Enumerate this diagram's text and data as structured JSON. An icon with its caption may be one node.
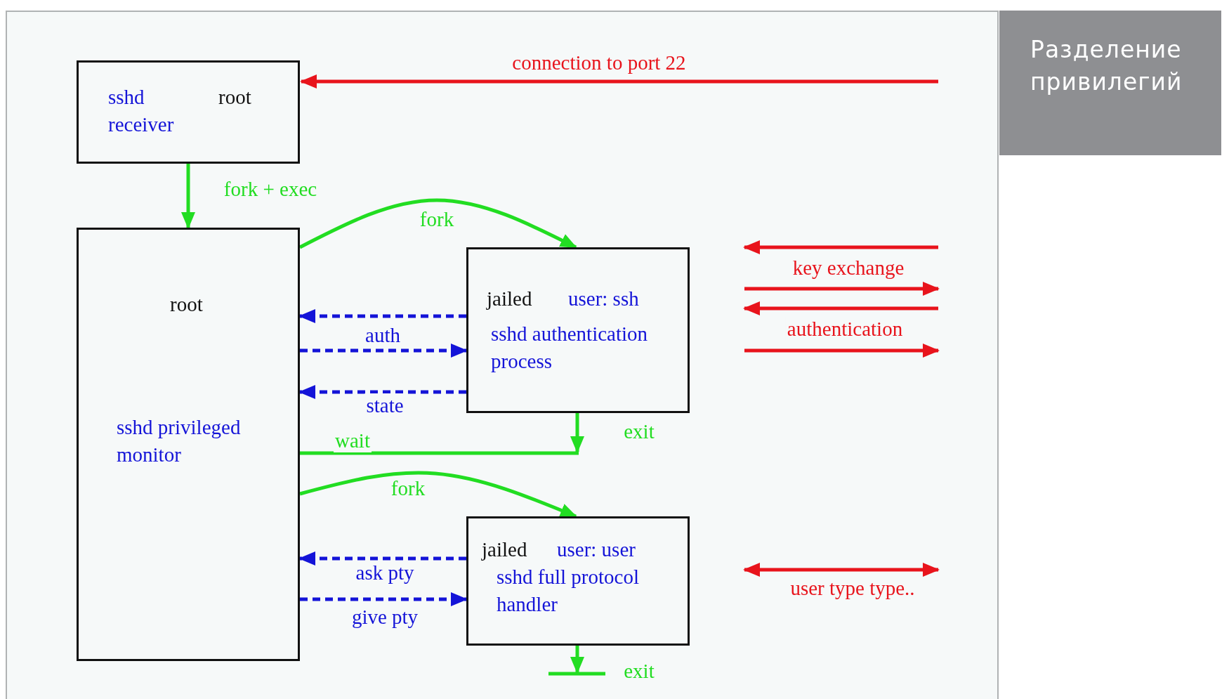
{
  "diagram": {
    "title": "Разделение привилегий",
    "nodes": [
      {
        "text": [
          "sshd receiver",
          "root"
        ]
      },
      {
        "text": [
          "root",
          "sshd privileged monitor"
        ]
      },
      {
        "text": [
          "jailed",
          "user: ssh",
          "sshd authentication process"
        ],
        "beside": [
          "exit"
        ]
      },
      {
        "text": [
          "jailed",
          "user: user",
          "sshd full protocol handler"
        ]
      }
    ],
    "edges": [
      {
        "from": null,
        "to": 0,
        "arrow": "to",
        "label": "connection to port 22",
        "color": "#e8141c"
      },
      {
        "from": 0,
        "to": 1,
        "arrow": "to",
        "label": "fork + exec"
      },
      {
        "from": 1,
        "to": 2,
        "arrow": "to",
        "label": "fork"
      },
      {
        "from": 2,
        "to": 1,
        "arrow": "to",
        "style": "dashed",
        "color": "#1414d8"
      },
      {
        "from": 1,
        "to": 2,
        "arrow": "to",
        "style": "dashed",
        "color": "#1414d8",
        "label": "auth"
      },
      {
        "from": 2,
        "to": 1,
        "arrow": "to",
        "style": "dashed",
        "color": "#1414d8",
        "label": "state"
      },
      {
        "from": 2,
        "to": null,
        "arrow": "to"
      },
      {
        "from": 1,
        "to": null,
        "arrow": "none",
        "label": "wait"
      },
      {
        "from": 1,
        "to": 3,
        "arrow": "to",
        "label": "fork"
      },
      {
        "from": 3,
        "to": 1,
        "arrow": "to",
        "style": "dashed",
        "color": "#1414d8",
        "label": "ask pty"
      },
      {
        "from": 1,
        "to": 3,
        "arrow": "to",
        "style": "dashed",
        "color": "#1414d8",
        "label": "give pty"
      },
      {
        "from": 3,
        "to": null,
        "arrow": "to",
        "label": "exit"
      }
    ],
    "labels": [
      "key exchange",
      "authentication",
      "user type type.."
    ]
  }
}
